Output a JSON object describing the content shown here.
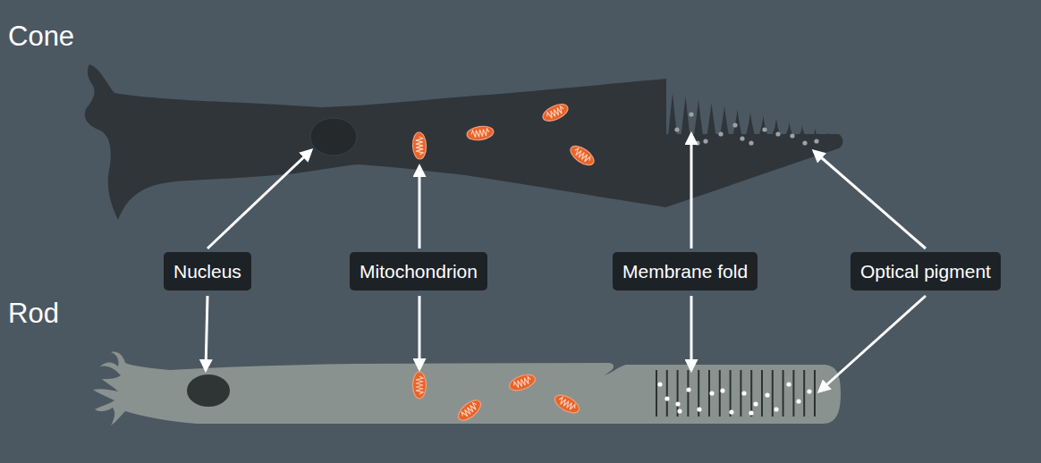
{
  "diagram": {
    "nodes": [
      {
        "text": [
          "Nucleus"
        ]
      },
      {
        "text": [
          "Mitochondrion"
        ]
      },
      {
        "text": [
          "Membrane fold"
        ]
      },
      {
        "text": [
          "Optical pigment"
        ]
      }
    ],
    "labels": [
      "Cone",
      "Rod"
    ]
  }
}
